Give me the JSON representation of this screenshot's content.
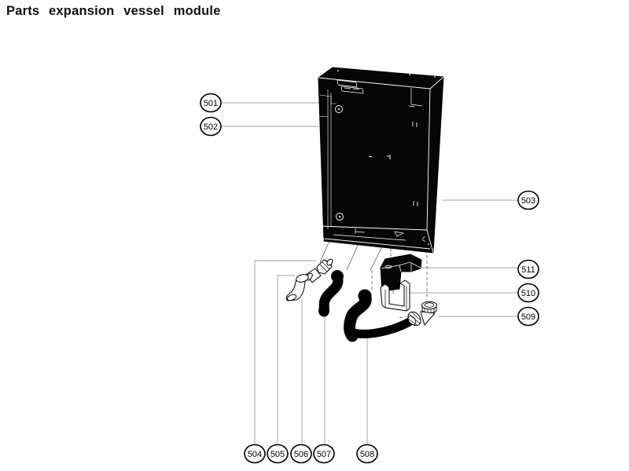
{
  "title": "Parts expansion vessel module",
  "colors": {
    "background": "#ffffff",
    "line": "#000000",
    "leader_line": "#b3b3b3",
    "part_fill": "#060606",
    "detail_line": "#ffffff"
  },
  "callouts": {
    "c501": "501",
    "c502": "502",
    "c503": "503",
    "c504": "504",
    "c505": "505",
    "c506": "506",
    "c507": "507",
    "c508": "508",
    "c509": "509",
    "c510": "510",
    "c511": "511"
  }
}
